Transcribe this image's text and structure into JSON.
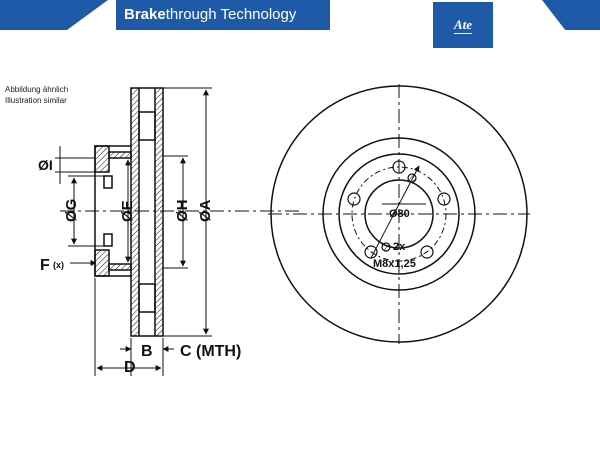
{
  "header": {
    "title_bold": "Brake",
    "title_rest": "through Technology",
    "logo_text": "Ate"
  },
  "caption": {
    "line1": "Abbildung ähnlich",
    "line2": "Illustration similar"
  },
  "labels": {
    "dia_i": "ØI",
    "dia_g": "ØG",
    "dia_e": "ØE",
    "dia_h": "ØH",
    "dia_a": "ØA",
    "f_main": "F",
    "f_sub": "(x)",
    "b": "B",
    "c_mth": "C (MTH)",
    "d": "D",
    "pcd": "Ø80",
    "holes": "2x",
    "thread": "M8x1,25"
  },
  "colors": {
    "brand_blue": "#1e5aa8",
    "line": "#111111"
  }
}
